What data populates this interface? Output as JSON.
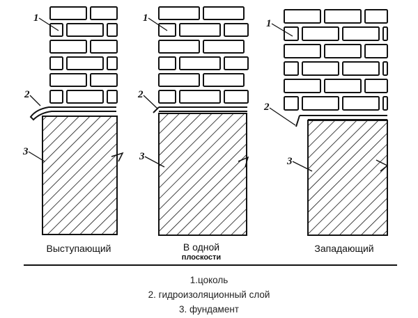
{
  "variants": [
    {
      "key": "protruding",
      "caption": "Выступающий",
      "caption2": ""
    },
    {
      "key": "flush",
      "caption": "В одной",
      "caption2": "плоскости"
    },
    {
      "key": "recessed",
      "caption": "Западающий",
      "caption2": ""
    }
  ],
  "markers": [
    "1",
    "2",
    "3"
  ],
  "legend": [
    "1.цоколь",
    "2. гидроизоляционный слой",
    "3. фундамент"
  ],
  "colors": {
    "ink": "#111111",
    "background": "#ffffff"
  }
}
